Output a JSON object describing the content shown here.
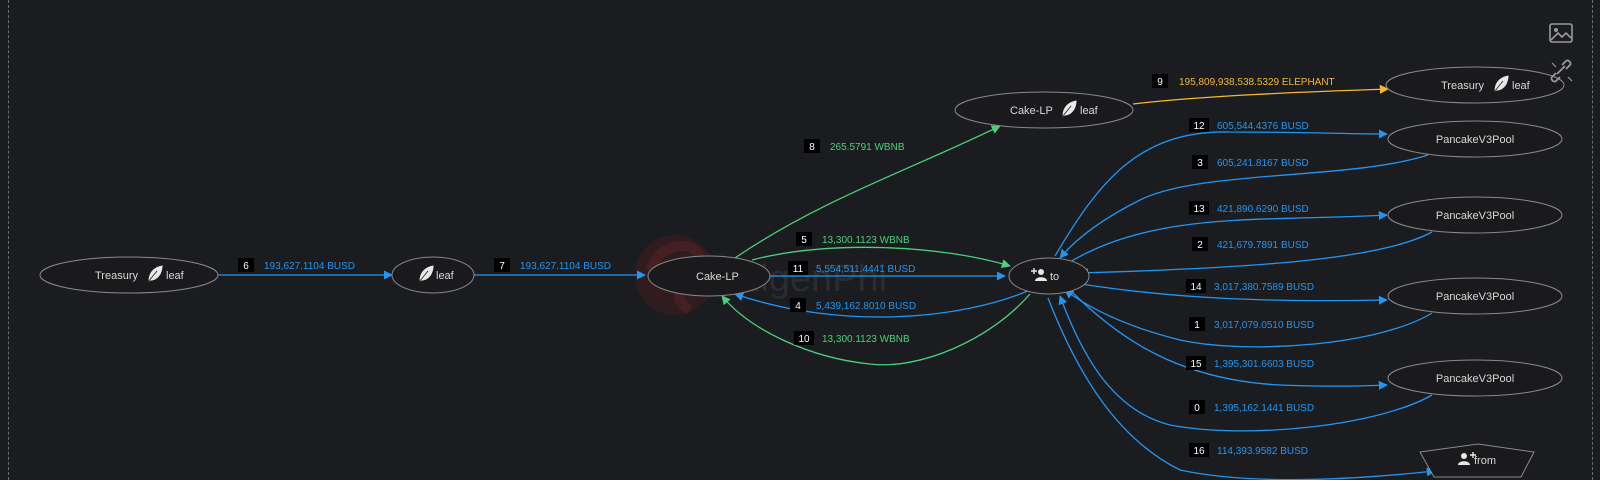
{
  "nodes": {
    "treasury_left": {
      "label": "Treasury",
      "tag": "leaf"
    },
    "leaf_node": {
      "label": "",
      "tag": "leaf"
    },
    "cake_lp_main": {
      "label": "Cake-LP"
    },
    "cake_lp_top": {
      "label": "Cake-LP",
      "tag": "leaf"
    },
    "to_node": {
      "label": "to"
    },
    "treasury_right": {
      "label": "Treasury",
      "tag": "leaf"
    },
    "pool1": {
      "label": "PancakeV3Pool"
    },
    "pool2": {
      "label": "PancakeV3Pool"
    },
    "pool3": {
      "label": "PancakeV3Pool"
    },
    "pool4": {
      "label": "PancakeV3Pool"
    },
    "from_node": {
      "label": "from"
    }
  },
  "edges": [
    {
      "idx": "6",
      "amount": "193,627.1104 BUSD",
      "color": "#2196f3"
    },
    {
      "idx": "7",
      "amount": "193,627.1104 BUSD",
      "color": "#2196f3"
    },
    {
      "idx": "8",
      "amount": "265.5791 WBNB",
      "color": "#4ccf7d"
    },
    {
      "idx": "9",
      "amount": "195,809,938,538.5329 ELEPHANT",
      "color": "#f5b82e"
    },
    {
      "idx": "5",
      "amount": "13,300.1123 WBNB",
      "color": "#4ccf7d"
    },
    {
      "idx": "11",
      "amount": "5,554,511.4441 BUSD",
      "color": "#2196f3"
    },
    {
      "idx": "4",
      "amount": "5,439,162.8010 BUSD",
      "color": "#2196f3"
    },
    {
      "idx": "10",
      "amount": "13,300.1123 WBNB",
      "color": "#4ccf7d"
    },
    {
      "idx": "12",
      "amount": "605,544.4376 BUSD",
      "color": "#2196f3"
    },
    {
      "idx": "3",
      "amount": "605,241.8167 BUSD",
      "color": "#2196f3"
    },
    {
      "idx": "13",
      "amount": "421,890.6290 BUSD",
      "color": "#2196f3"
    },
    {
      "idx": "2",
      "amount": "421,679.7891 BUSD",
      "color": "#2196f3"
    },
    {
      "idx": "14",
      "amount": "3,017,380.7589 BUSD",
      "color": "#2196f3"
    },
    {
      "idx": "1",
      "amount": "3,017,079.0510 BUSD",
      "color": "#2196f3"
    },
    {
      "idx": "15",
      "amount": "1,395,301.6603 BUSD",
      "color": "#2196f3"
    },
    {
      "idx": "0",
      "amount": "1,395,162.1441 BUSD",
      "color": "#2196f3"
    },
    {
      "idx": "16",
      "amount": "114,393.9582 BUSD",
      "color": "#2196f3"
    }
  ],
  "watermark": "EigenPhi",
  "toolbar": {
    "image_icon": "image-icon",
    "link_icon": "unlink-icon"
  },
  "colors": {
    "busd": "#2196f3",
    "wbnb": "#4ccf7d",
    "elephant": "#f5b82e",
    "node_stroke": "#8a8a8a",
    "node_fill": "#1a1a1c"
  }
}
